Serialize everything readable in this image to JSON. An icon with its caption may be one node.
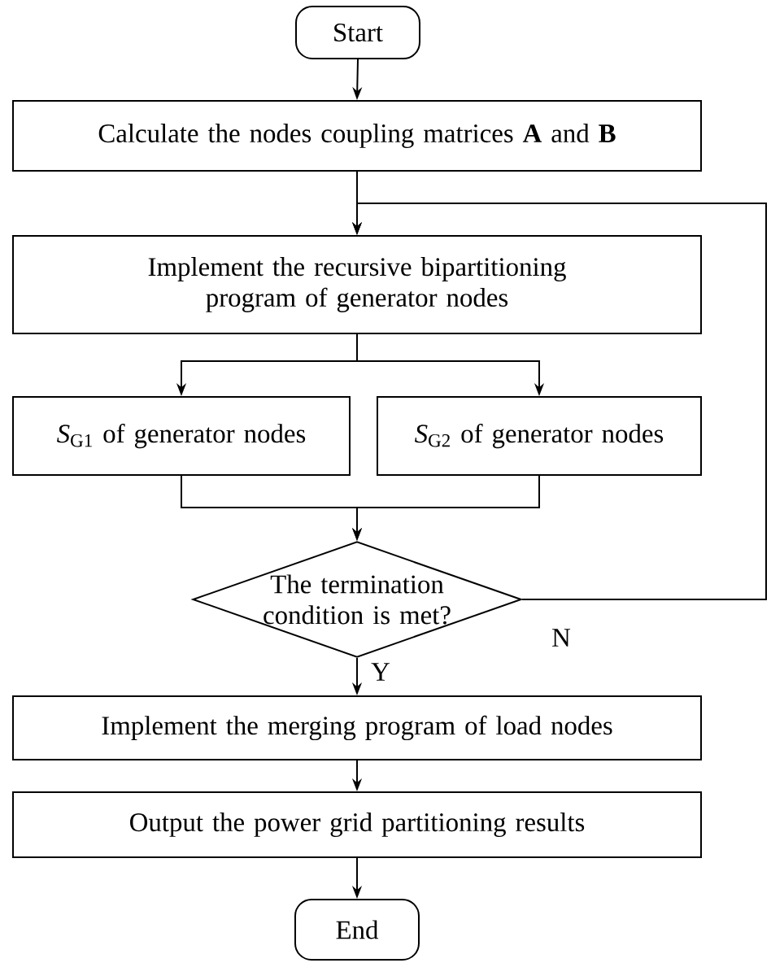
{
  "diagram": {
    "nodes": [
      {
        "text": [
          "Start"
        ]
      },
      {
        "text": [
          "Calculate the nodes coupling matrices **A** and **B**"
        ]
      },
      {
        "text": [
          "Implement the recursive bipartitioning program of generator nodes"
        ]
      },
      {
        "text": [
          "*S*$_{G1}$ of generator nodes"
        ]
      },
      {
        "text": [
          "*S*$_{G2}$ of generator nodes"
        ]
      },
      {
        "text": [
          "The termination condition is met?"
        ]
      },
      {
        "text": [
          "Implement the merging program of load nodes"
        ]
      },
      {
        "text": [
          "Output the power grid partitioning results"
        ]
      },
      {
        "text": [
          "End"
        ]
      }
    ],
    "edges": [
      {
        "from": 0,
        "to": 1,
        "arrow": "to"
      },
      {
        "from": 1,
        "to": 2,
        "arrow": "to"
      },
      {
        "from": 2,
        "to": 3,
        "arrow": "to"
      },
      {
        "from": 2,
        "to": 4,
        "arrow": "to"
      },
      {
        "from": 3,
        "to": 5,
        "arrow": "to"
      },
      {
        "from": 4,
        "to": 5,
        "arrow": "to"
      },
      {
        "from": 5,
        "to": 6,
        "arrow": "to",
        "label": "Y"
      },
      {
        "from": 5,
        "to": 2,
        "arrow": "to",
        "label": "N"
      },
      {
        "from": 6,
        "to": 7,
        "arrow": "to"
      },
      {
        "from": 7,
        "to": 8,
        "arrow": "to"
      }
    ]
  }
}
